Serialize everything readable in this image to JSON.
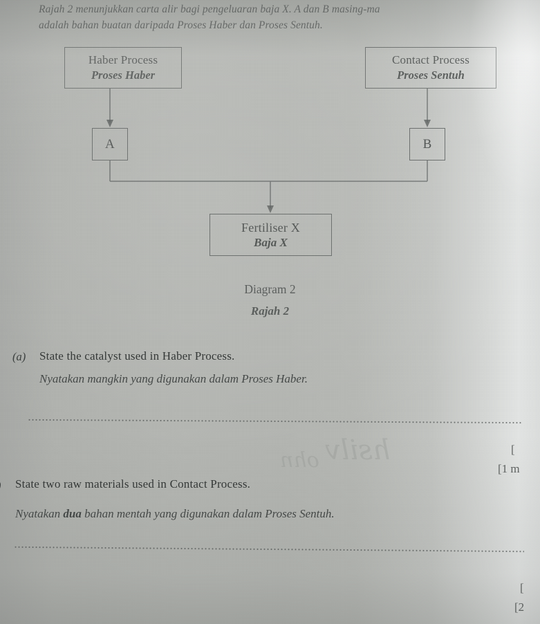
{
  "document": {
    "type": "exam-worksheet-page",
    "languages": [
      "English",
      "Malay"
    ]
  },
  "intro": {
    "line1": "Rajah 2 menunjukkan carta alir bagi pengeluaran baja X. A dan B masing-ma",
    "line2_italic": "adalah bahan buatan daripada ",
    "line2_rest": "Proses Haber dan Proses Sentuh."
  },
  "diagram": {
    "boxes": {
      "haber": {
        "en": "Haber Process",
        "ms": "Proses Haber"
      },
      "contact": {
        "en": "Contact Process",
        "ms": "Proses Sentuh"
      },
      "a": {
        "label": "A"
      },
      "b": {
        "label": "B"
      },
      "fertiliser": {
        "en": "Fertiliser X",
        "ms": "Baja X"
      }
    },
    "caption_en": "Diagram 2",
    "caption_ms": "Rajah 2"
  },
  "questions": [
    {
      "label": "(a)",
      "en": "State the catalyst used in Haber Process.",
      "ms": "Nyatakan mangkin yang digunakan dalam Proses Haber.",
      "marks": "[1 m"
    },
    {
      "label": ")",
      "en": "State two raw materials used in Contact Process.",
      "ms_pre": "Nyatakan ",
      "ms_bold": "dua",
      "ms_post": " bahan mentah yang digunakan dalam Proses Sentuh.",
      "marks": "[2"
    }
  ],
  "bleed_text": {
    "line1": "hsilv",
    "line2": "ohn"
  },
  "colors": {
    "paper": "#b4b6b2",
    "ink": "#3b3f3e",
    "box_border": "#5d6160",
    "dotted_rule": "#4c504f"
  }
}
